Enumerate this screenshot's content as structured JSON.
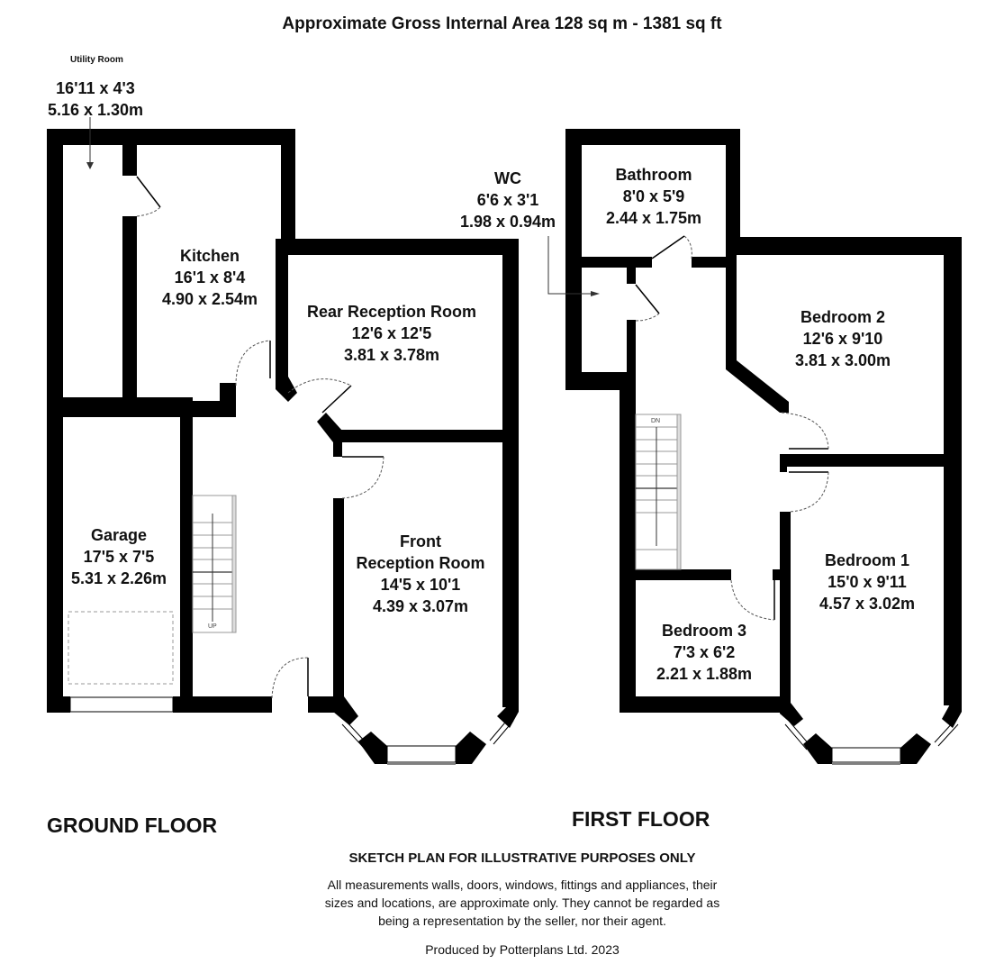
{
  "header": {
    "title": "Approximate Gross Internal Area  128 sq m - 1381 sq ft"
  },
  "ground_floor": {
    "label": "GROUND FLOOR",
    "rooms": [
      {
        "name": "Utility Room",
        "imperial": "16'11 x 4'3",
        "metric": "5.16 x 1.30m"
      },
      {
        "name": "Kitchen",
        "imperial": "16'1 x 8'4",
        "metric": "4.90 x 2.54m"
      },
      {
        "name": "Rear Reception Room",
        "imperial": "12'6 x 12'5",
        "metric": "3.81 x 3.78m"
      },
      {
        "name": "Garage",
        "imperial": "17'5 x 7'5",
        "metric": "5.31 x 2.26m"
      },
      {
        "name_line1": "Front",
        "name_line2": "Reception Room",
        "imperial": "14'5 x 10'1",
        "metric": "4.39 x 3.07m"
      }
    ],
    "stairs_label": "UP"
  },
  "first_floor": {
    "label": "FIRST FLOOR",
    "rooms": [
      {
        "name": "WC",
        "imperial": "6'6 x 3'1",
        "metric": "1.98 x 0.94m"
      },
      {
        "name": "Bathroom",
        "imperial": "8'0 x 5'9",
        "metric": "2.44 x 1.75m"
      },
      {
        "name": "Bedroom 2",
        "imperial": "12'6 x 9'10",
        "metric": "3.81 x 3.00m"
      },
      {
        "name": "Bedroom 1",
        "imperial": "15'0 x 9'11",
        "metric": "4.57 x 3.02m"
      },
      {
        "name": "Bedroom 3",
        "imperial": "7'3 x 6'2",
        "metric": "2.21 x 1.88m"
      }
    ],
    "stairs_label": "DN"
  },
  "footer": {
    "disclaimer_heading": "SKETCH PLAN FOR ILLUSTRATIVE PURPOSES ONLY",
    "disclaimer_lines": [
      "All measurements walls, doors, windows, fittings and appliances, their",
      "sizes and locations, are approximate only. They cannot be regarded as",
      "being a representation by the seller, nor their agent."
    ],
    "producer": "Produced by Potterplans Ltd. 2023"
  },
  "colors": {
    "wall": "#000000",
    "background": "#ffffff",
    "door_swing": "#555555",
    "stair_line": "#999999"
  }
}
